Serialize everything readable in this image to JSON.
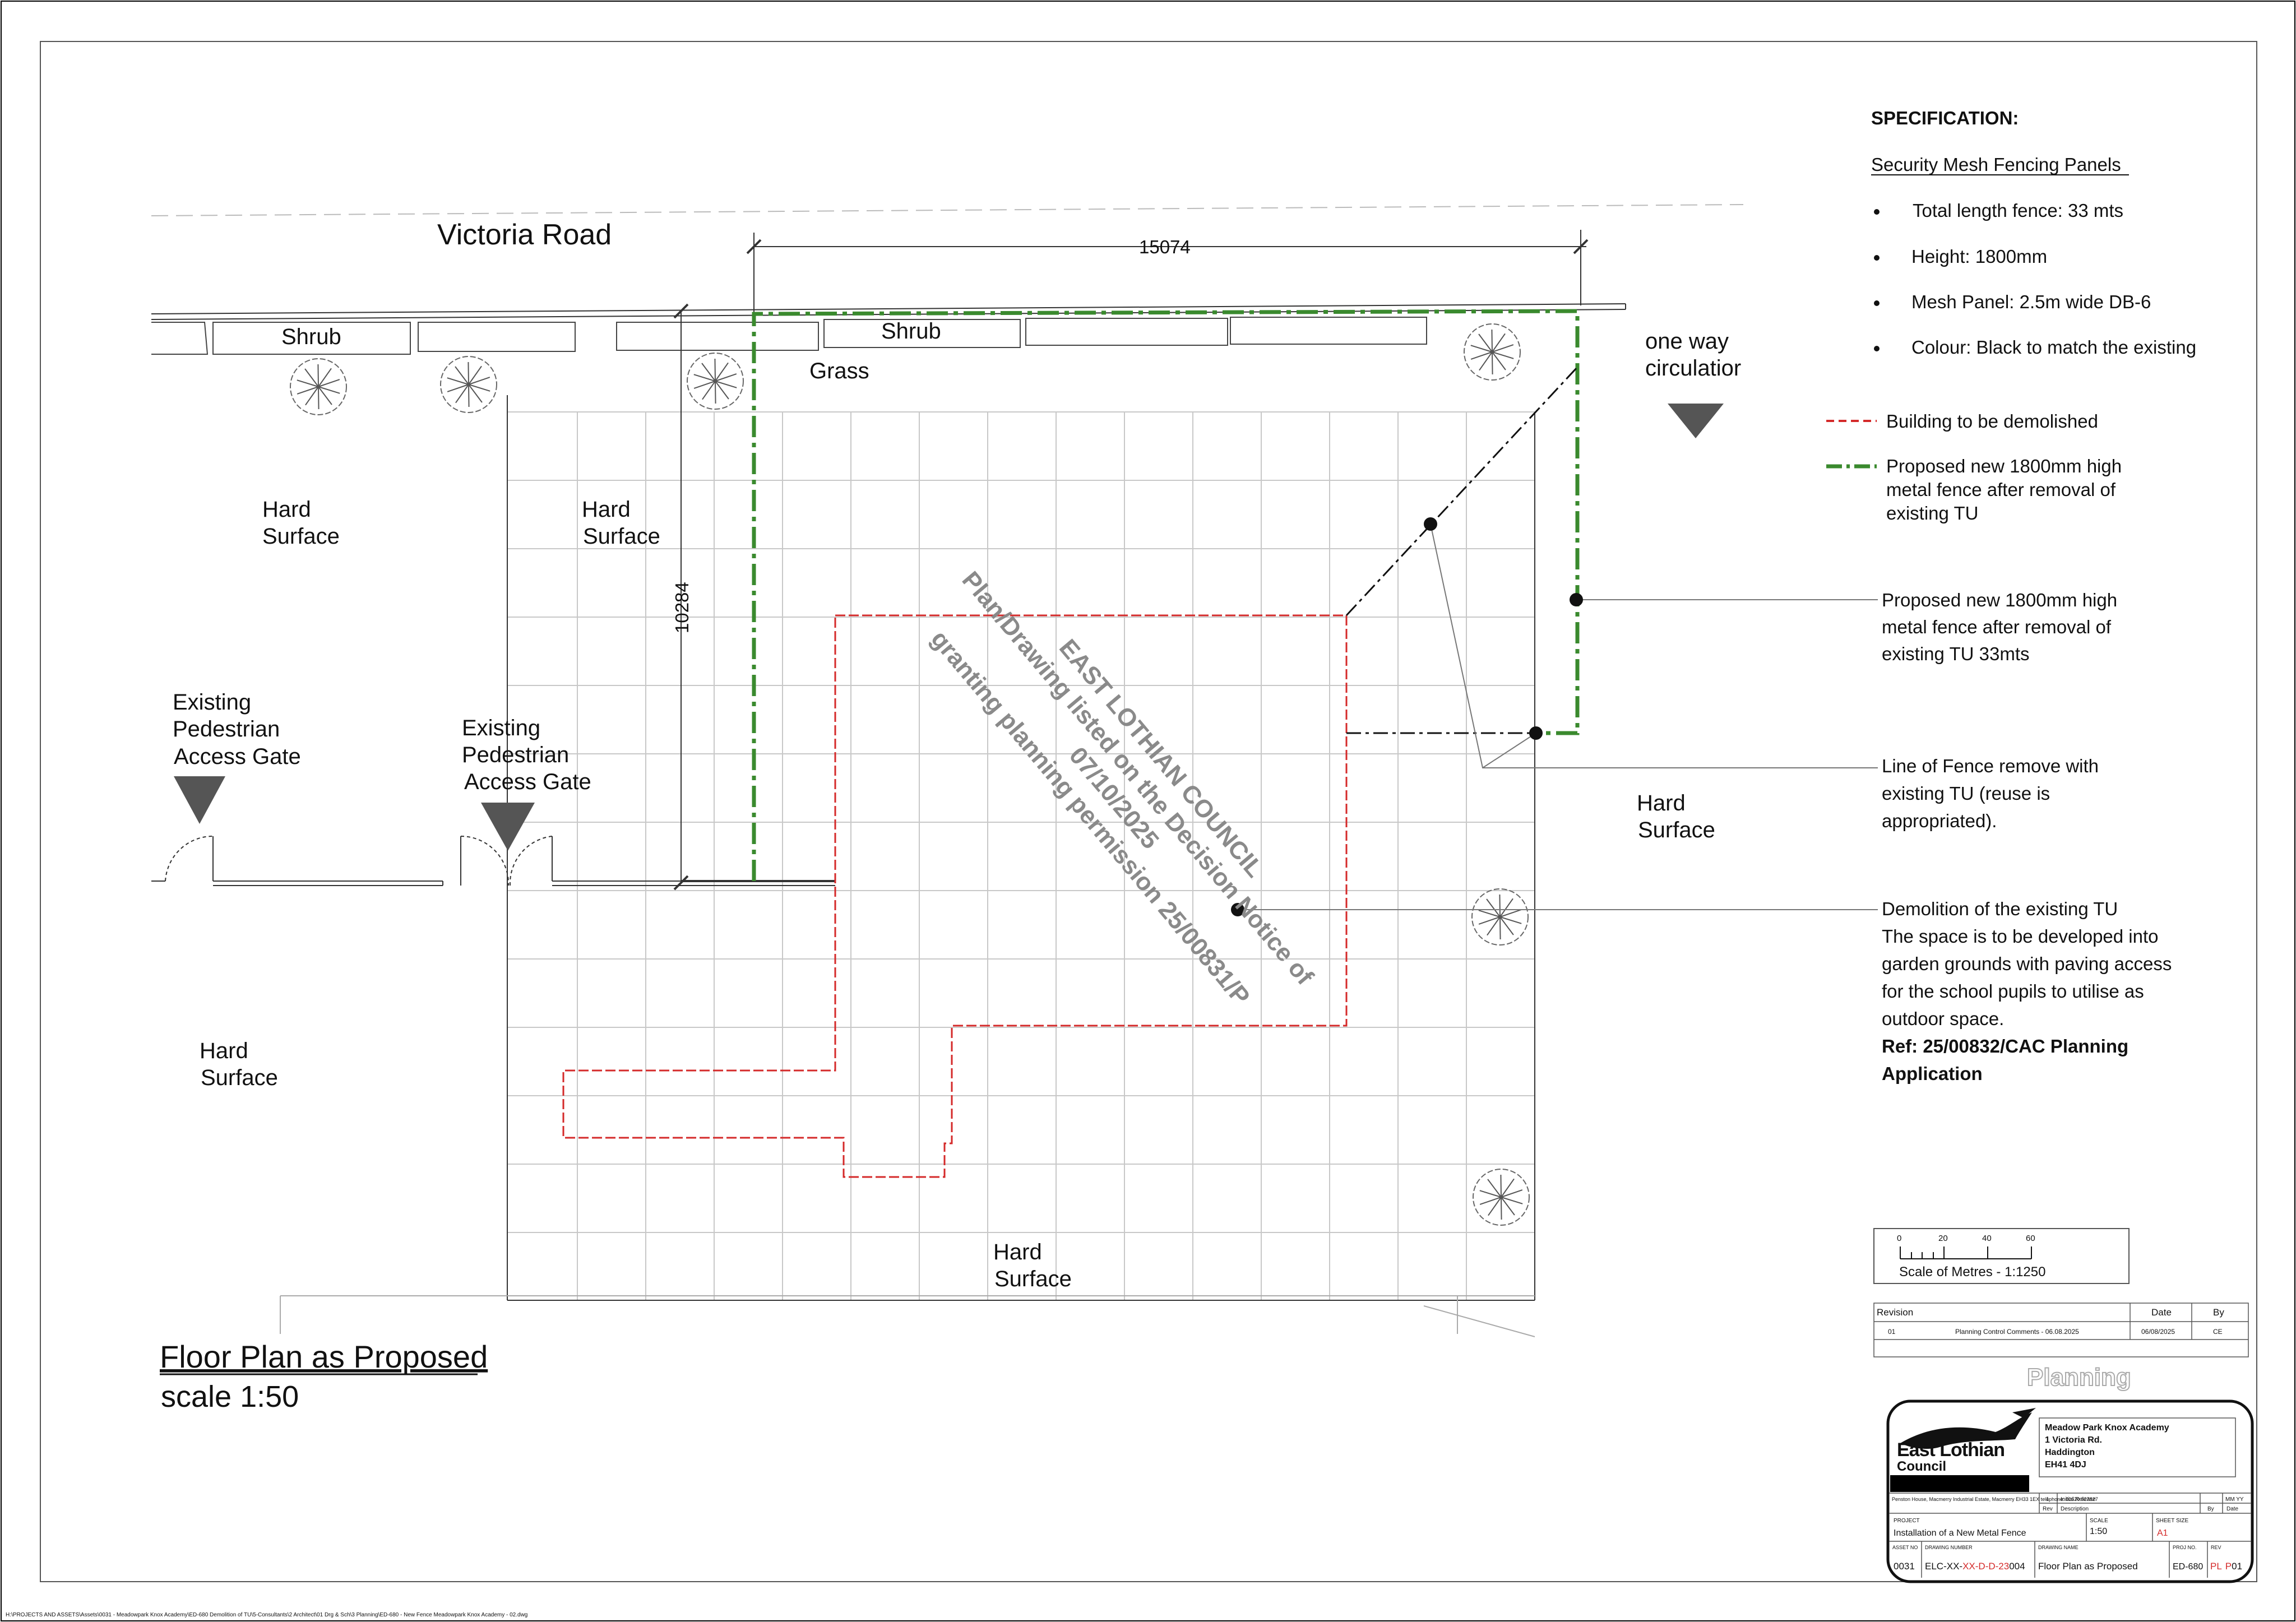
{
  "drawing": {
    "road_name": "Victoria Road",
    "dimension_top": "15074",
    "dimension_side": "10284",
    "labels": {
      "shrub": "Shrub",
      "grass": "Grass",
      "hard_surface_1": "Hard",
      "hard_surface_2": "Surface",
      "gate_line1": "Existing",
      "gate_line2": "Pedestrian",
      "gate_line3": "Access Gate",
      "one_way_line1": "one way",
      "one_way_line2": "circulatior"
    },
    "title_line1": "Floor Plan as Proposed",
    "title_line2": "scale 1:50"
  },
  "watermark": {
    "line1": "EAST LOTHIAN COUNCIL",
    "line2": "Plan/Drawing listed on the Decision Notice of",
    "line3": "07/10/2025",
    "line4": "granting planning permission 25/00831/P"
  },
  "specification": {
    "heading": "SPECIFICATION:",
    "subheading": "Security Mesh Fencing Panels",
    "bullets": [
      "Total length fence: 33 mts",
      "Height: 1800mm",
      "Mesh Panel:  2.5m wide DB-6",
      "Colour: Black to match the existing"
    ]
  },
  "legend": {
    "demolish": "Building to be demolished",
    "fence_line1": "Proposed new 1800mm high",
    "fence_line2": "metal fence after removal of",
    "fence_line3": "existing TU"
  },
  "callouts": {
    "fence": [
      "Proposed new 1800mm high",
      "metal fence after removal of",
      "existing TU 33mts"
    ],
    "line_remove": [
      "Line of Fence remove with",
      "existing TU (reuse is",
      "appropriated)."
    ],
    "demolition": [
      "Demolition of the existing TU",
      "The space is to be developed into",
      "garden grounds with paving access",
      "for the school pupils to utilise as",
      "outdoor space."
    ],
    "ref_line1": "Ref:    25/00832/CAC Planning",
    "ref_line2": "Application"
  },
  "scale_bar": {
    "ticks": [
      "0",
      "20",
      "40",
      "60"
    ],
    "caption": "Scale of Metres - 1:1250"
  },
  "revision_table": {
    "headers": [
      "Revision",
      "Date",
      "By"
    ],
    "row": {
      "rev": "01",
      "desc": "Planning Control Comments - 06.08.2025",
      "date": "06/08/2025",
      "by": "CE"
    }
  },
  "stamp": "Planning",
  "title_block": {
    "council_line1": "East Lothian",
    "council_line2": "Council",
    "address_lines": [
      "Meadow Park Knox Academy",
      "1 Victoria Rd.",
      "Haddington",
      "EH41 4DJ"
    ],
    "council_address": "Penston House, Macmerry Industrial Estate, Macmerry EH33 1EX telephone: 01620 827827",
    "rev_rows": [
      [
        "1",
        "Initial Release",
        "MM YY"
      ],
      [
        "Rev",
        "Description",
        "By",
        "Date"
      ]
    ],
    "project_label": "PROJECT",
    "project": "Installation of a New Metal Fence",
    "scale_label": "SCALE",
    "scale": "1:50",
    "sheet_label": "SHEET SIZE",
    "sheet": "A1",
    "asset_label": "ASSET NO",
    "asset": "0031",
    "drawing_number_label": "DRAWING NUMBER",
    "drawing_number_a": "ELC-XX-",
    "drawing_number_b": "XX-D-D-23",
    "drawing_number_c": "004",
    "drawing_name_label": "DRAWING NAME",
    "drawing_name": "Floor Plan as Proposed",
    "proj_no_label": "PROJ NO.",
    "proj_no": "ED-680",
    "rev_label": "REV",
    "rev_a": "PL",
    "rev_b": "P",
    "rev_c": "01"
  },
  "file_path": "H:\\PROJECTS AND ASSETS\\Assets\\0031 - Meadowpark Knox Academy\\ED-680 Demolition of TU\\5-Consultants\\2 Architect\\01 Drg & Sch\\3 Planning\\ED-680 - New Fence Meadowpark Knox Academy - 02.dwg",
  "colors": {
    "demolish_red": "#d42a2a",
    "fence_green": "#3a8a2e",
    "grid_grey": "#c8c8c8"
  }
}
